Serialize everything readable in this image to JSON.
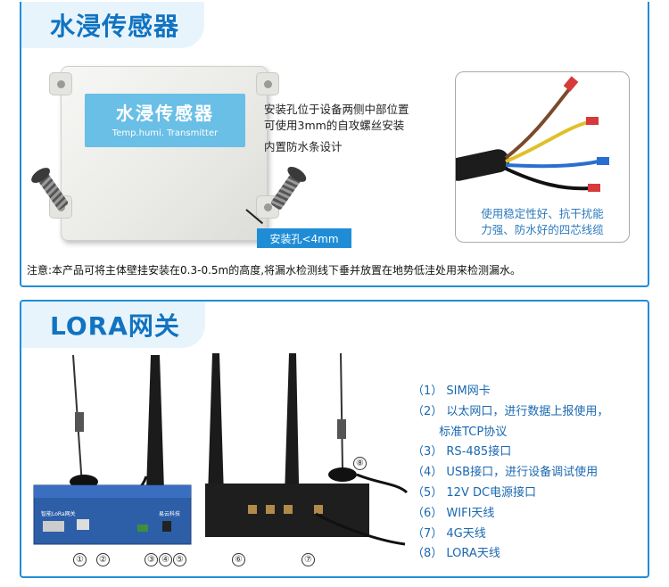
{
  "top": {
    "title": "水浸传感器",
    "sensor_label_cn": "水浸传感器",
    "sensor_label_en": "Temp.humi. Transmitter",
    "desc_line1": "安装孔位于设备两侧中部位置",
    "desc_line2": "可使用3mm的自攻螺丝安装",
    "desc_line3": "内置防水条设计",
    "hole_badge": "安装孔<4mm",
    "cable_caption_line1": "使用稳定性好、抗干扰能",
    "cable_caption_line2": "力强、防水好的四芯线缆",
    "note": "注意:本产品可将主体壁挂安装在0.3-0.5m的高度,将漏水检测线下垂并放置在地势低洼处用来检测漏水。"
  },
  "bottom": {
    "title": "LORA网关",
    "device_label_small": "智能LoRa网关",
    "device_brand": "易云科技",
    "markers": [
      "①",
      "②",
      "③",
      "④",
      "⑤",
      "⑥",
      "⑦",
      "⑧"
    ],
    "features": [
      "（1） SIM网卡",
      "（2） 以太网口，进行数据上报使用，",
      "　　 标准TCP协议",
      "（3） RS-485接口",
      "（4） USB接口，进行设备调试使用",
      "（5） 12V DC电源接口",
      "（6） WIFI天线",
      "（7） 4G天线",
      "（8） LORA天线"
    ]
  },
  "colors": {
    "accent": "#1f8dd6",
    "title": "#1173c1",
    "feature_text": "#1a68b0"
  }
}
